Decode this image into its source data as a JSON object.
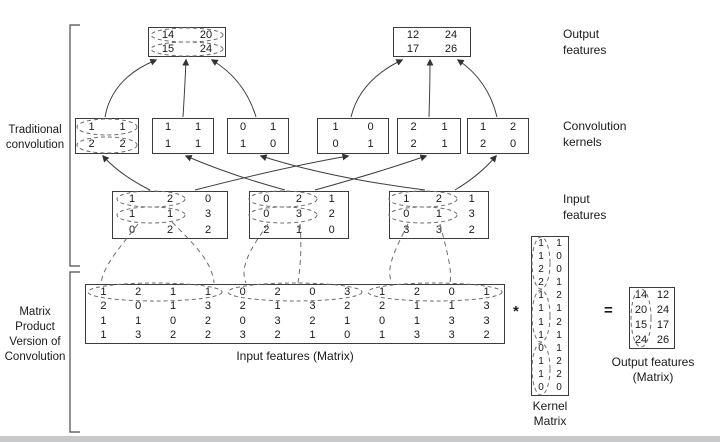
{
  "diagram": {
    "left_labels": {
      "traditional": [
        "Traditional",
        "convolution"
      ],
      "matrix_product": [
        "Matrix",
        "Product",
        "Version of",
        "Convolution"
      ]
    },
    "right_labels": {
      "output_features": [
        "Output",
        "features"
      ],
      "convolution_kernels": [
        "Convolution",
        "kernels"
      ],
      "input_features": [
        "Input",
        "features"
      ]
    },
    "captions": {
      "input_matrix": "Input features (Matrix)",
      "kernel_matrix": [
        "Kernel",
        "Matrix"
      ],
      "output_matrix": [
        "Output features",
        "(Matrix)"
      ]
    },
    "operators": {
      "multiply": "*",
      "equals": "="
    },
    "matrices": {
      "output1": [
        [
          "14",
          "20"
        ],
        [
          "15",
          "24"
        ]
      ],
      "output2": [
        [
          "12",
          "24"
        ],
        [
          "17",
          "26"
        ]
      ],
      "kernels": [
        [
          [
            "1",
            "1"
          ],
          [
            "2",
            "2"
          ]
        ],
        [
          [
            "1",
            "1"
          ],
          [
            "1",
            "1"
          ]
        ],
        [
          [
            "0",
            "1"
          ],
          [
            "1",
            "0"
          ]
        ],
        [
          [
            "1",
            "0"
          ],
          [
            "0",
            "1"
          ]
        ],
        [
          [
            "2",
            "1"
          ],
          [
            "2",
            "1"
          ]
        ],
        [
          [
            "1",
            "2"
          ],
          [
            "2",
            "0"
          ]
        ]
      ],
      "inputs": [
        [
          [
            "1",
            "2",
            "0"
          ],
          [
            "1",
            "1",
            "3"
          ],
          [
            "0",
            "2",
            "2"
          ]
        ],
        [
          [
            "0",
            "2",
            "1"
          ],
          [
            "0",
            "3",
            "2"
          ],
          [
            "2",
            "1",
            "0"
          ]
        ],
        [
          [
            "1",
            "2",
            "1"
          ],
          [
            "0",
            "1",
            "3"
          ],
          [
            "3",
            "3",
            "2"
          ]
        ]
      ],
      "input_matrix": [
        [
          "1",
          "2",
          "1",
          "1",
          "0",
          "2",
          "0",
          "3",
          "1",
          "2",
          "0",
          "1"
        ],
        [
          "2",
          "0",
          "1",
          "3",
          "2",
          "1",
          "3",
          "2",
          "2",
          "1",
          "1",
          "3"
        ],
        [
          "1",
          "1",
          "0",
          "2",
          "0",
          "3",
          "2",
          "1",
          "0",
          "1",
          "3",
          "3"
        ],
        [
          "1",
          "3",
          "2",
          "2",
          "3",
          "2",
          "1",
          "0",
          "1",
          "3",
          "3",
          "2"
        ]
      ],
      "kernel_matrix": [
        [
          "1",
          "1"
        ],
        [
          "1",
          "0"
        ],
        [
          "2",
          "0"
        ],
        [
          "2",
          "1"
        ],
        [
          "1",
          "2"
        ],
        [
          "1",
          "1"
        ],
        [
          "1",
          "2"
        ],
        [
          "1",
          "1"
        ],
        [
          "0",
          "1"
        ],
        [
          "1",
          "2"
        ],
        [
          "1",
          "2"
        ],
        [
          "0",
          "0"
        ]
      ],
      "output_matrix": [
        [
          "14",
          "12"
        ],
        [
          "20",
          "24"
        ],
        [
          "15",
          "17"
        ],
        [
          "24",
          "26"
        ]
      ]
    }
  }
}
